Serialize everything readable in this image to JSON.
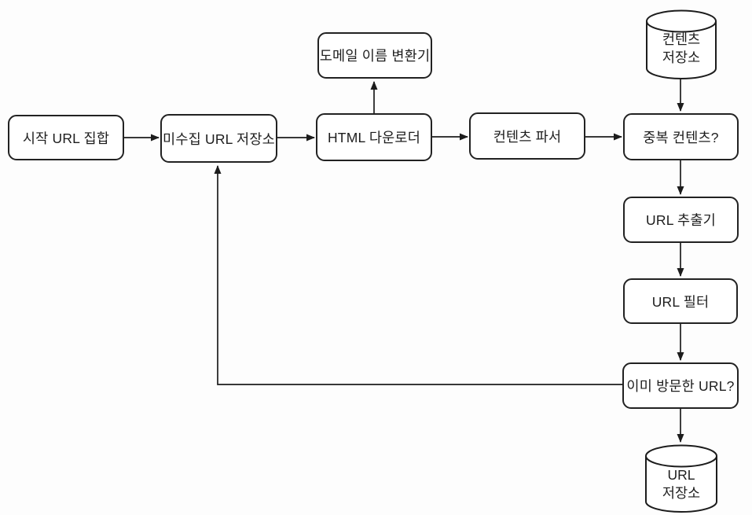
{
  "diagram": {
    "background": "#fdfdfd",
    "line_color": "#1c1c1c",
    "box_fill": "#ffffff",
    "nodes": {
      "start_url_set": {
        "shape": "rect",
        "label": "시작 URL 집합"
      },
      "unfetched_url_store": {
        "shape": "rect",
        "label": "미수집 URL 저장소"
      },
      "html_downloader": {
        "shape": "rect",
        "label": "HTML 다운로더"
      },
      "domain_name_resolver": {
        "shape": "rect",
        "label": "도메일 이름 변환기"
      },
      "content_parser": {
        "shape": "rect",
        "label": "컨텐츠 파서"
      },
      "duplicate_content": {
        "shape": "rect",
        "label": "중복 컨텐츠?"
      },
      "url_extractor": {
        "shape": "rect",
        "label": "URL 추출기"
      },
      "url_filter": {
        "shape": "rect",
        "label": "URL 필터"
      },
      "visited_url": {
        "shape": "rect",
        "label": "이미 방문한 URL?"
      },
      "content_storage": {
        "shape": "cylinder",
        "lines": [
          "컨텐츠",
          "저장소"
        ]
      },
      "url_storage": {
        "shape": "cylinder",
        "lines": [
          "URL",
          "저장소"
        ]
      }
    },
    "edges": [
      {
        "from": "start_url_set",
        "to": "unfetched_url_store"
      },
      {
        "from": "unfetched_url_store",
        "to": "html_downloader"
      },
      {
        "from": "html_downloader",
        "to": "domain_name_resolver"
      },
      {
        "from": "html_downloader",
        "to": "content_parser"
      },
      {
        "from": "content_parser",
        "to": "duplicate_content"
      },
      {
        "from": "content_storage",
        "to": "duplicate_content"
      },
      {
        "from": "duplicate_content",
        "to": "url_extractor"
      },
      {
        "from": "url_extractor",
        "to": "url_filter"
      },
      {
        "from": "url_filter",
        "to": "visited_url"
      },
      {
        "from": "visited_url",
        "to": "url_storage"
      },
      {
        "from": "visited_url",
        "to": "unfetched_url_store"
      }
    ]
  }
}
